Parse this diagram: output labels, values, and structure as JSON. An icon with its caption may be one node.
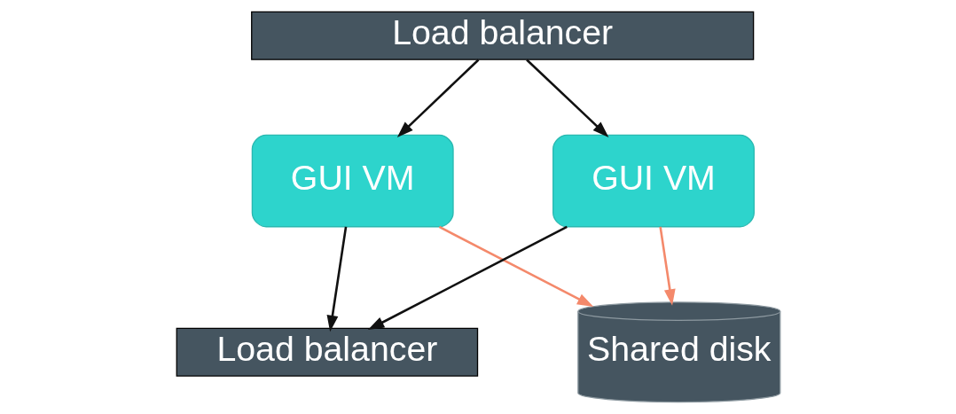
{
  "diagram": {
    "nodes": [
      {
        "text": [
          "Load balancer"
        ]
      },
      {
        "text": [
          "GUI VM"
        ]
      },
      {
        "text": [
          "GUI VM"
        ]
      },
      {
        "text": [
          "Load balancer"
        ]
      },
      {
        "text": [
          "Shared disk"
        ]
      }
    ],
    "edges": [
      {
        "from": 0,
        "to": 1,
        "arrow": "to"
      },
      {
        "from": 0,
        "to": 2,
        "arrow": "to"
      },
      {
        "from": 1,
        "to": 3,
        "arrow": "to"
      },
      {
        "from": 2,
        "to": 3,
        "arrow": "to"
      },
      {
        "from": 1,
        "to": 4,
        "arrow": "to",
        "color": "#f4896b"
      },
      {
        "from": 2,
        "to": 4,
        "arrow": "to",
        "color": "#f4896b"
      }
    ]
  }
}
